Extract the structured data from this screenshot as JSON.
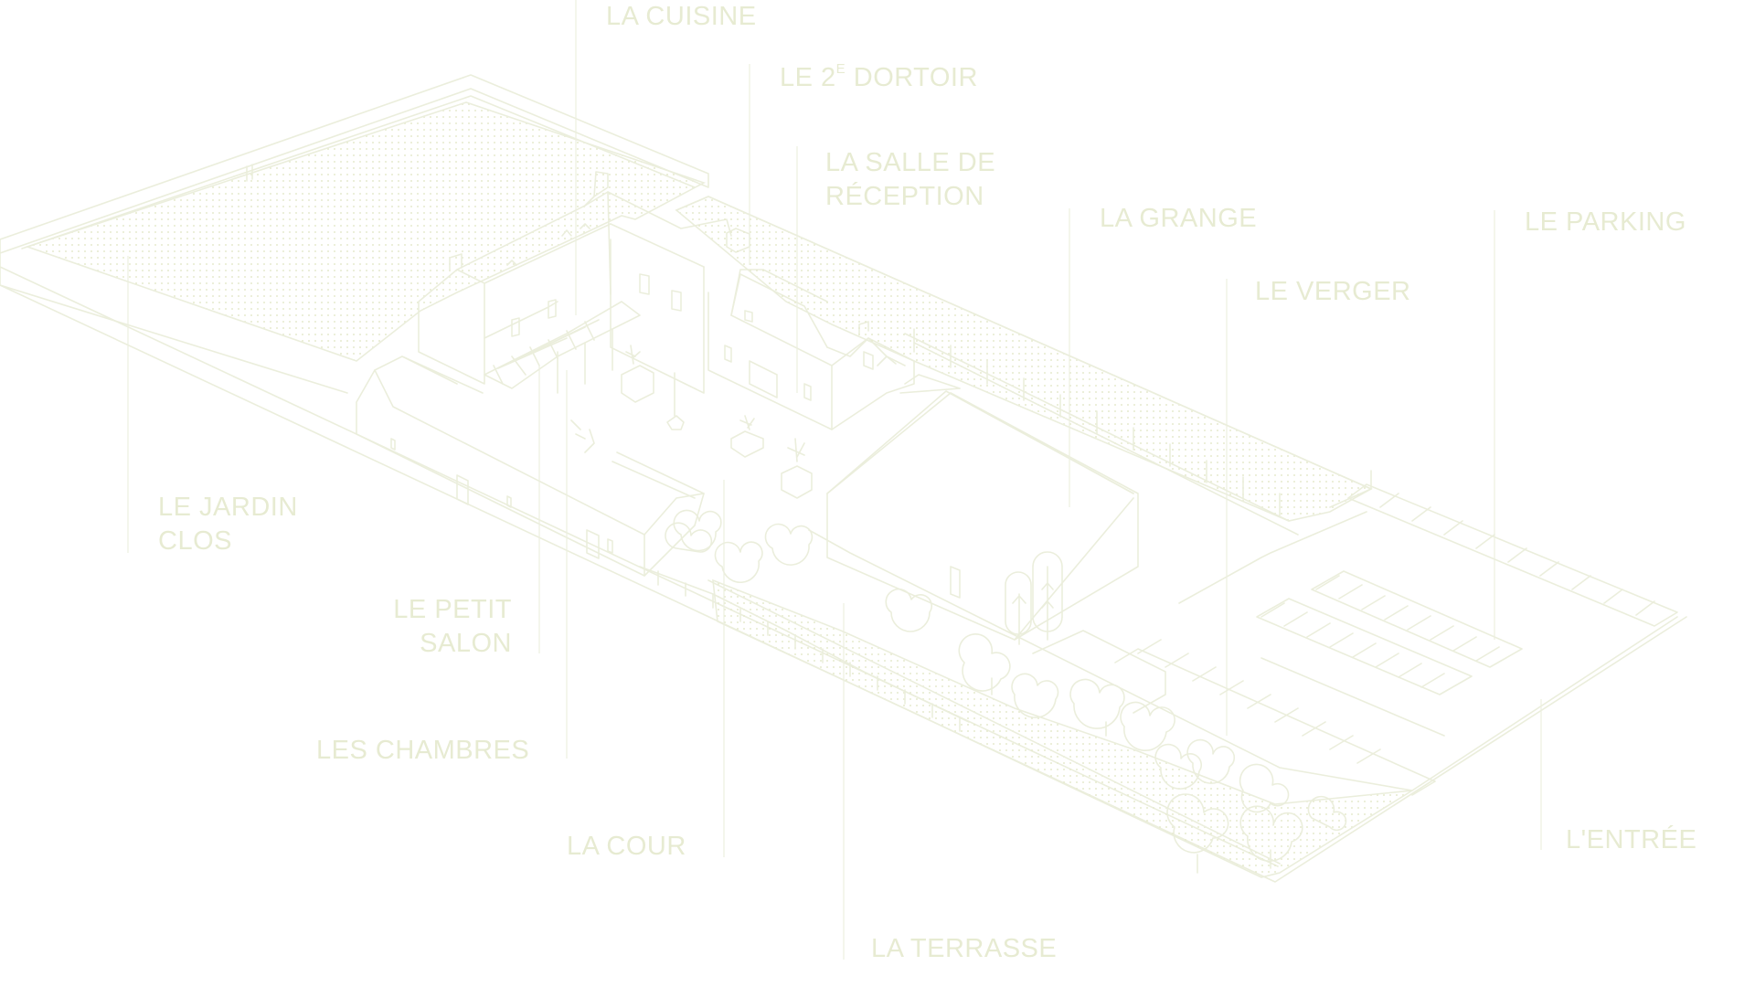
{
  "colors": {
    "line": "#ebeedc",
    "label": "#e7ebd2",
    "background": "#ffffff"
  },
  "labels": {
    "cuisine": "LA CUISINE",
    "dortoir": {
      "prefix": "LE 2",
      "sup": "E",
      "rest": " DORTOIR"
    },
    "salle_reception": [
      "LA SALLE DE",
      "RÉCEPTION"
    ],
    "grange": "LA GRANGE",
    "parking": "LE PARKING",
    "verger": "LE VERGER",
    "jardin_clos": [
      "LE JARDIN",
      "CLOS"
    ],
    "petit_salon": [
      "LE PETIT",
      "SALON"
    ],
    "chambres": "LES CHAMBRES",
    "cour": "LA COUR",
    "entree": "L'ENTRÉE",
    "terrasse": "LA TERRASSE"
  }
}
